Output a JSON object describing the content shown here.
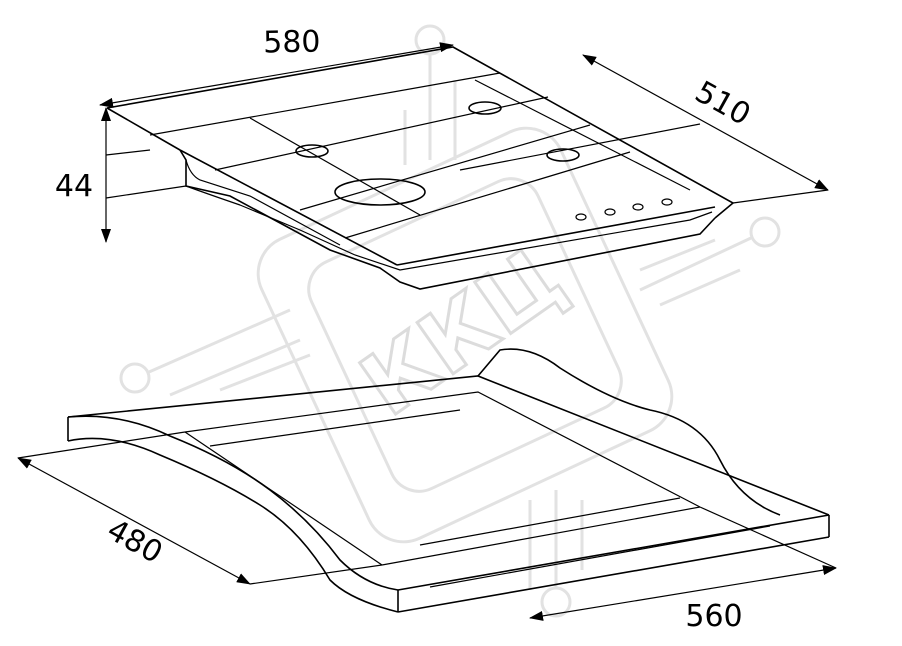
{
  "diagram": {
    "dimensions": {
      "hob_width": "580",
      "hob_depth": "510",
      "hob_height": "44",
      "cutout_depth": "480",
      "cutout_width": "560"
    },
    "watermark": "ККЦ"
  }
}
